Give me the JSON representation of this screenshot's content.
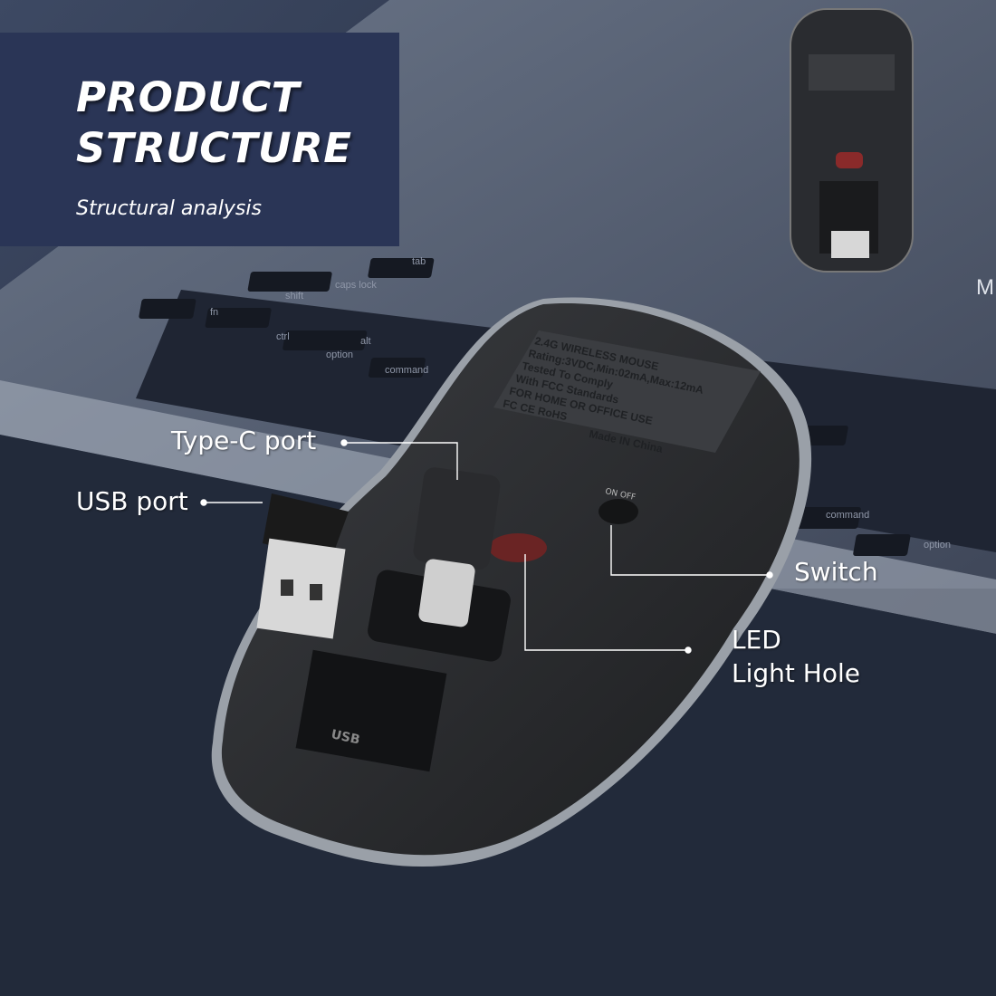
{
  "banner": {
    "title_line1": "PRODUCT",
    "title_line2": "STRUCTURE",
    "subtitle": "Structural analysis",
    "color": "#2a3556"
  },
  "callouts": {
    "type_c": "Type-C port",
    "usb": "USB port",
    "switch": "Switch",
    "led_line1": "LED",
    "led_line2": "Light Hole"
  },
  "mouse_label": {
    "lines": [
      "2.4G WIRELESS MOUSE",
      "Rating:3VDC,Min:02mA,Max:12mA",
      "Tested To Comply",
      "With FCC Standards",
      "FOR HOME OR OFFICE USE",
      "FC CE RoHS",
      "Made IN China"
    ],
    "switch_text": "ON OFF",
    "usb_slot_text": "USB"
  },
  "keyboard_keys": [
    "tab",
    "caps lock",
    "shift",
    "fn",
    "ctrl",
    "option",
    "alt",
    "command",
    "command",
    "option",
    "M"
  ],
  "colors": {
    "background": "#2b3447",
    "mouse_body": "#2c2e31",
    "led": "#8a2a2a"
  }
}
